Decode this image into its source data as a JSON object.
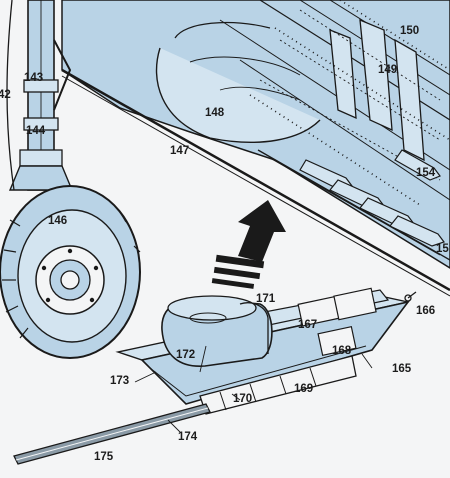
{
  "palette": {
    "paper": "#f4f5f6",
    "fill_blue": "#b9d3e6",
    "fill_blue_light": "#d3e4f0",
    "ink": "#1a1a1a"
  },
  "diagram": {
    "callouts": [
      {
        "id": "c142",
        "text": "42"
      },
      {
        "id": "c143",
        "text": "143"
      },
      {
        "id": "c144",
        "text": "144"
      },
      {
        "id": "c146",
        "text": "146"
      },
      {
        "id": "c147",
        "text": "147"
      },
      {
        "id": "c148",
        "text": "148"
      },
      {
        "id": "c149",
        "text": "149"
      },
      {
        "id": "c150",
        "text": "150"
      },
      {
        "id": "c154",
        "text": "154"
      },
      {
        "id": "c15x",
        "text": "15"
      },
      {
        "id": "c165",
        "text": "165"
      },
      {
        "id": "c166",
        "text": "166"
      },
      {
        "id": "c167",
        "text": "167"
      },
      {
        "id": "c168",
        "text": "168"
      },
      {
        "id": "c169",
        "text": "169"
      },
      {
        "id": "c170",
        "text": "170"
      },
      {
        "id": "c171",
        "text": "171"
      },
      {
        "id": "c172",
        "text": "172"
      },
      {
        "id": "c173",
        "text": "173"
      },
      {
        "id": "c174",
        "text": "174"
      },
      {
        "id": "c175",
        "text": "175"
      }
    ]
  }
}
